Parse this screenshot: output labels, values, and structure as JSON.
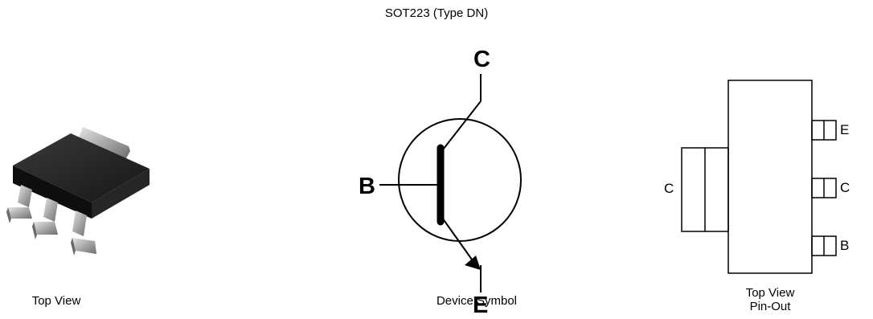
{
  "title": "SOT223 (Type DN)",
  "captions": {
    "left": "Top View",
    "middle": "Device Symbol",
    "right_line1": "Top View",
    "right_line2": "Pin-Out"
  },
  "symbol": {
    "collector": "C",
    "base": "B",
    "emitter": "E"
  },
  "pinout": {
    "tab": "C",
    "pin1": "E",
    "pin2": "C",
    "pin3": "B"
  },
  "icons": [
    "sot223-package-render",
    "npn-transistor-symbol",
    "sot223-pinout-outline"
  ],
  "colors": {
    "package_body": "#1c1c1c",
    "lead_metal": "#b8b8b8",
    "line": "#000000"
  }
}
